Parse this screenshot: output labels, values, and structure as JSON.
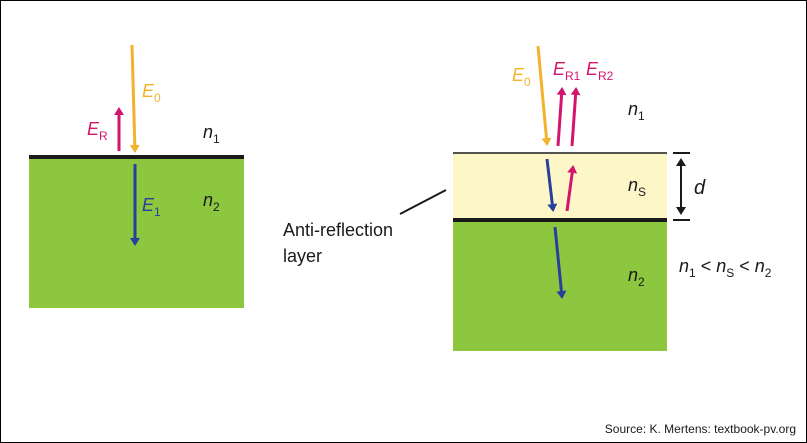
{
  "colors": {
    "substrate": "#8dc63f",
    "arc_layer": "#fdf7c8",
    "interface": "#1a1a1a",
    "incident": "#f2b32d",
    "reflected": "#d2156d",
    "transmitted": "#26409b",
    "text": "#1a1a1a"
  },
  "left_panel": {
    "incident": {
      "sym": "E",
      "sub": "0"
    },
    "reflected": {
      "sym": "E",
      "sub": "R"
    },
    "transmitted": {
      "sym": "E",
      "sub": "1"
    },
    "medium_top": {
      "sym": "n",
      "sub": "1"
    },
    "medium_bottom": {
      "sym": "n",
      "sub": "2"
    }
  },
  "right_panel": {
    "incident": {
      "sym": "E",
      "sub": "0"
    },
    "reflected_1": {
      "sym": "E",
      "sub": "R1"
    },
    "reflected_2": {
      "sym": "E",
      "sub": "R2"
    },
    "medium_top": {
      "sym": "n",
      "sub": "1"
    },
    "layer_index": {
      "sym": "n",
      "sub": "S"
    },
    "medium_bottom": {
      "sym": "n",
      "sub": "2"
    },
    "thickness": "d",
    "layer_label_line1": "Anti-reflection",
    "layer_label_line2": "layer",
    "inequality": {
      "a_sym": "n",
      "a_sub": "1",
      "op1": " < ",
      "b_sym": "n",
      "b_sub": "S",
      "op2": " < ",
      "c_sym": "n",
      "c_sub": "2"
    }
  },
  "source_note": "Source: K. Mertens: textbook-pv.org"
}
